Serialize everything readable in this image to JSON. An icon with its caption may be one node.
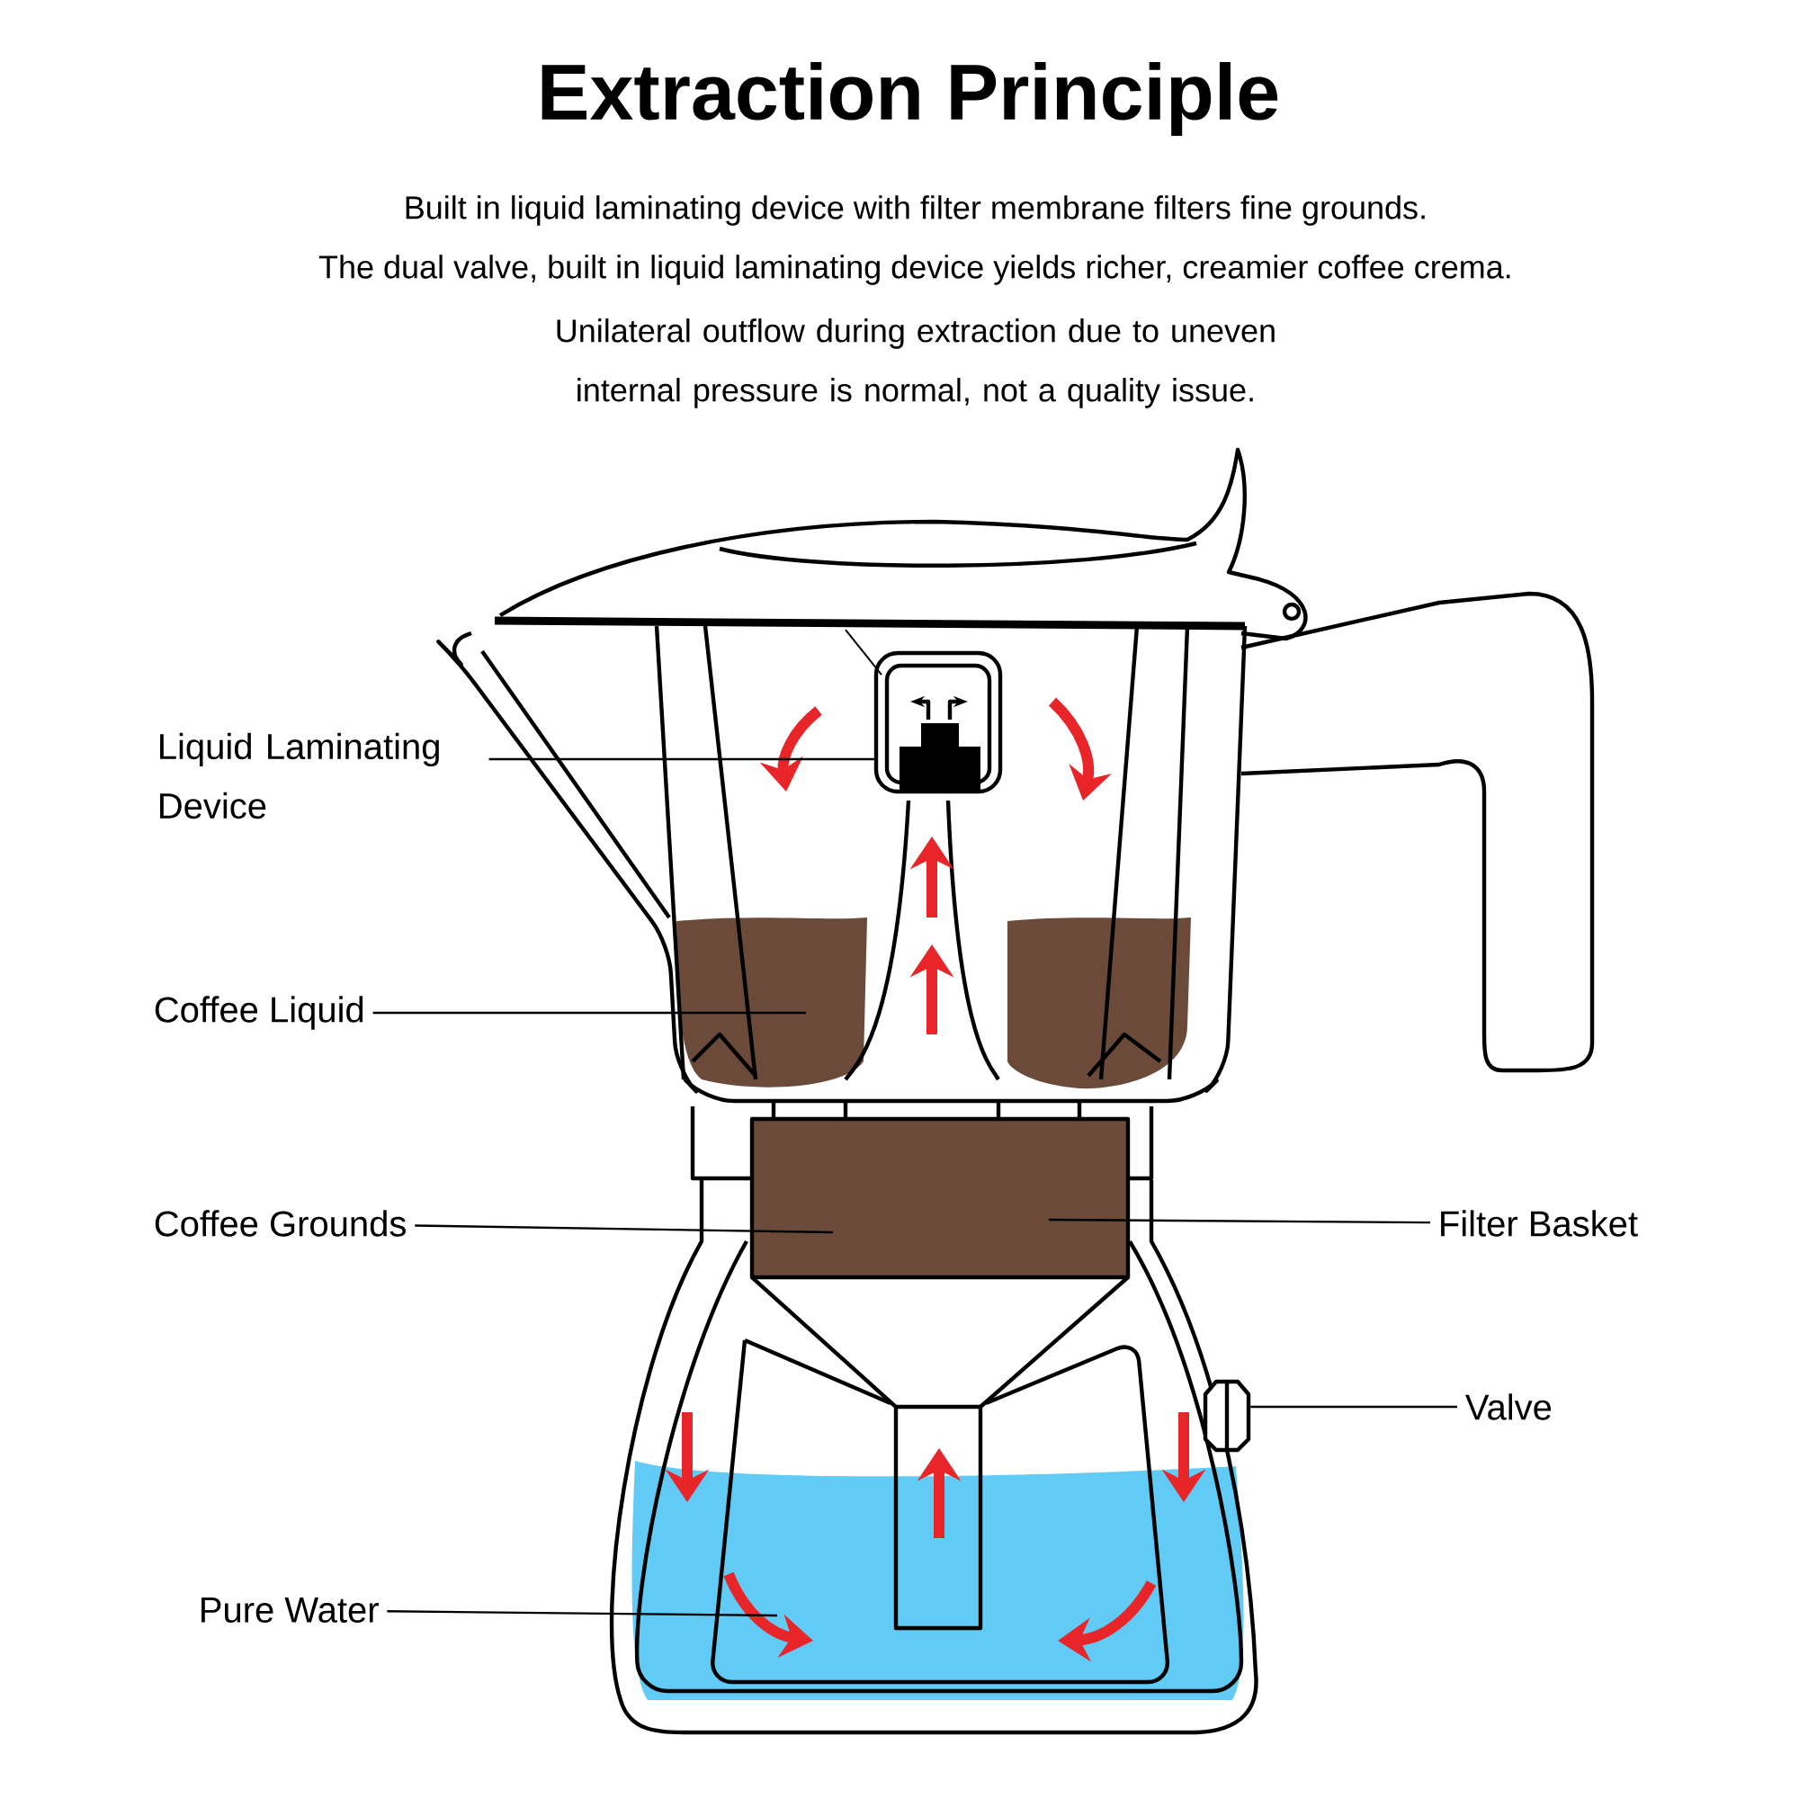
{
  "diagram": {
    "title": "Extraction Principle",
    "nodes": [
      {
        "text": [
          "Liquid Laminating Device"
        ]
      },
      {
        "text": [
          "Coffee Liquid"
        ]
      },
      {
        "text": [
          "Coffee Grounds"
        ]
      },
      {
        "text": [
          "Filter Basket"
        ]
      },
      {
        "text": [
          "Valve"
        ]
      },
      {
        "text": [
          "Pure Water"
        ]
      },
      {
        "text": [],
        "shape": "picture"
      },
      {
        "text": [],
        "shape": "picture"
      }
    ],
    "edges": [
      {
        "from": 0,
        "to": 6,
        "arrow": "none"
      },
      {
        "from": 1,
        "to": null,
        "arrow": "none"
      },
      {
        "from": 2,
        "to": null,
        "arrow": "none"
      },
      {
        "from": 3,
        "to": null,
        "arrow": "none"
      },
      {
        "from": 4,
        "to": 7,
        "arrow": "none"
      },
      {
        "from": 5,
        "to": null,
        "arrow": "none"
      }
    ],
    "labels": [
      "Built in liquid laminating device with filter membrane filters fine grounds.",
      "The dual valve, built in liquid laminating device yields richer, creamier coffee crema.",
      "Unilateral outflow during extraction due to uneven internal pressure is normal, not a quality issue."
    ]
  }
}
